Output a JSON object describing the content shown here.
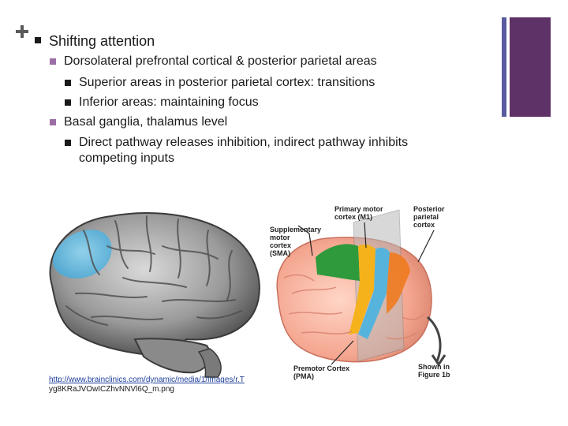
{
  "bullets": {
    "b1": "Shifting attention",
    "b1_1": "Dorsolateral prefrontal cortical & posterior parietal areas",
    "b1_1_1": "Superior areas in posterior parietal cortex: transitions",
    "b1_1_2": "Inferior areas: maintaining focus",
    "b1_2": "Basal ganglia, thalamus level",
    "b1_2_1": "Direct pathway releases inhibition, indirect pathway inhibits competing inputs"
  },
  "figure_labels": {
    "primary_motor": "Primary motor\ncortex (M1)",
    "posterior_parietal": "Posterior\nparietal\ncortex",
    "supplementary_motor": "Supplementary\nmotor\ncortex\n(SMA)",
    "premotor": "Premotor Cortex\n(PMA)",
    "shown_in": "Shown in\nFigure 1b"
  },
  "source_link": {
    "line1": "http://www.brainclinics.com/dynamic/media/1/images/r.T",
    "line2": "yg8KRaJVOwICZhvNNVl6Q_m.png"
  },
  "colors": {
    "accent_thin": "#5a5aa0",
    "accent_thick": "#5e3266",
    "bullet_sub": "#9b6fa5",
    "highlight_area": "#6fc3e6"
  }
}
